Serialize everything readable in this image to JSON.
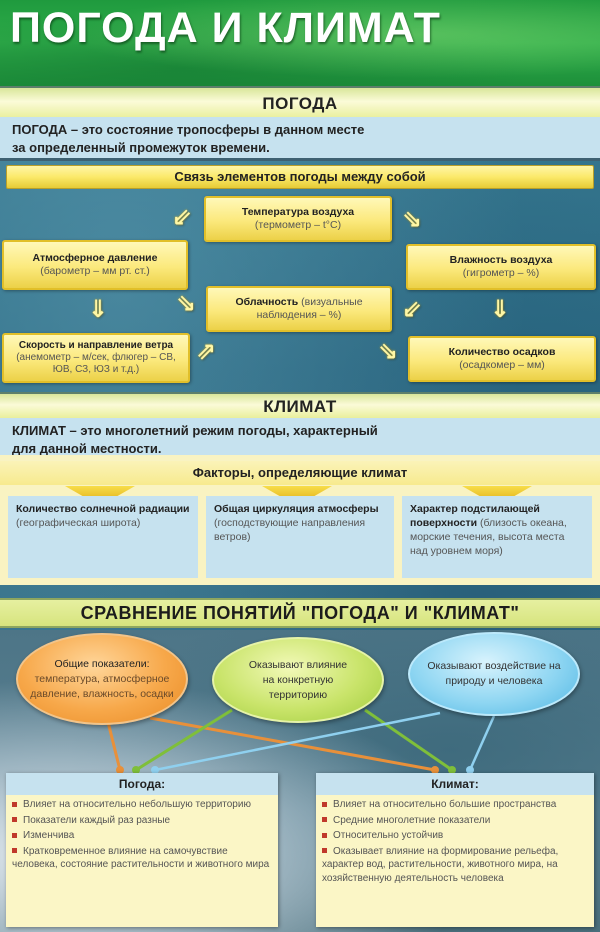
{
  "header": {
    "title": "ПОГОДА И КЛИМАТ",
    "bg_color": "#2fae4a"
  },
  "weather": {
    "section_title": "ПОГОДА",
    "definition_line1": "ПОГОДА – это состояние тропосферы в данном месте",
    "definition_line2": "за определенный промежуток времени.",
    "relations_title": "Связь элементов погоды между собой",
    "elements": [
      {
        "name": "Температура воздуха",
        "detail": "(термометр – t°C)"
      },
      {
        "name": "Атмосферное давление",
        "detail": "(барометр – мм рт. ст.)"
      },
      {
        "name": "Влажность воздуха",
        "detail": "(гигрометр – %)"
      },
      {
        "name": "Облачность",
        "detail": " (визуальные наблюдения – %)"
      },
      {
        "name": "Скорость и направление ветра",
        "detail": " (анемометр – м/сек, флюгер – СВ, ЮВ, СЗ, ЮЗ и т.д.)"
      },
      {
        "name": "Количество осадков",
        "detail": "(осадкомер – мм)"
      }
    ],
    "arrows": [
      "arrow-down-left",
      "arrow-down-right",
      "arrow-down",
      "arrow-down-right",
      "arrow-down-left",
      "arrow-down",
      "arrow-up-right",
      "arrow-down-right"
    ]
  },
  "climate": {
    "section_title": "КЛИМАТ",
    "definition_line1": "КЛИМАТ – это многолетний режим погоды, характерный",
    "definition_line2": "для данной местности.",
    "factors_title": "Факторы, определяющие климат",
    "factors": [
      {
        "name": "Количество солнечной радиации",
        "detail": " (географическая широта)"
      },
      {
        "name": "Общая циркуляция атмосферы",
        "detail": " (господствующие направления ветров)"
      },
      {
        "name": "Характер подстилающей поверхности",
        "detail": " (близость океана, морские течения, высота места над уровнем моря)"
      }
    ]
  },
  "comparison": {
    "title": "СРАВНЕНИЕ ПОНЯТИЙ \"ПОГОДА\" И \"КЛИМАТ\"",
    "ovals": [
      {
        "title": "Общие показатели:",
        "text": "температура, атмосферное давление, влажность, осадки",
        "color": "#f7a84a"
      },
      {
        "title": "",
        "text": "Оказывают влияние на конкретную территорию",
        "color": "#c9e46a"
      },
      {
        "title": "",
        "text": "Оказывают воздействие на природу и человека",
        "color": "#8fd6f2"
      }
    ],
    "weather_card": {
      "title": "Погода:",
      "items": [
        "Влияет на относительно небольшую территорию",
        "Показатели каждый раз разные",
        "Изменчива",
        "Кратковременное влияние на самочувствие человека, состояние растительности и животного мира"
      ]
    },
    "climate_card": {
      "title": "Климат:",
      "items": [
        "Влияет на относительно большие пространства",
        "Средние многолетние показатели",
        "Относительно устойчив",
        "Оказывает влияние на формирование рельефа, характер вод, растительности, животного мира, на хозяйственную деятельность человека"
      ]
    }
  },
  "colors": {
    "band_yellow": "#fbfbd8",
    "definition_blue": "#c6e2ef",
    "box_yellow": "#fbe97c",
    "bullet_red": "#c0392b"
  }
}
